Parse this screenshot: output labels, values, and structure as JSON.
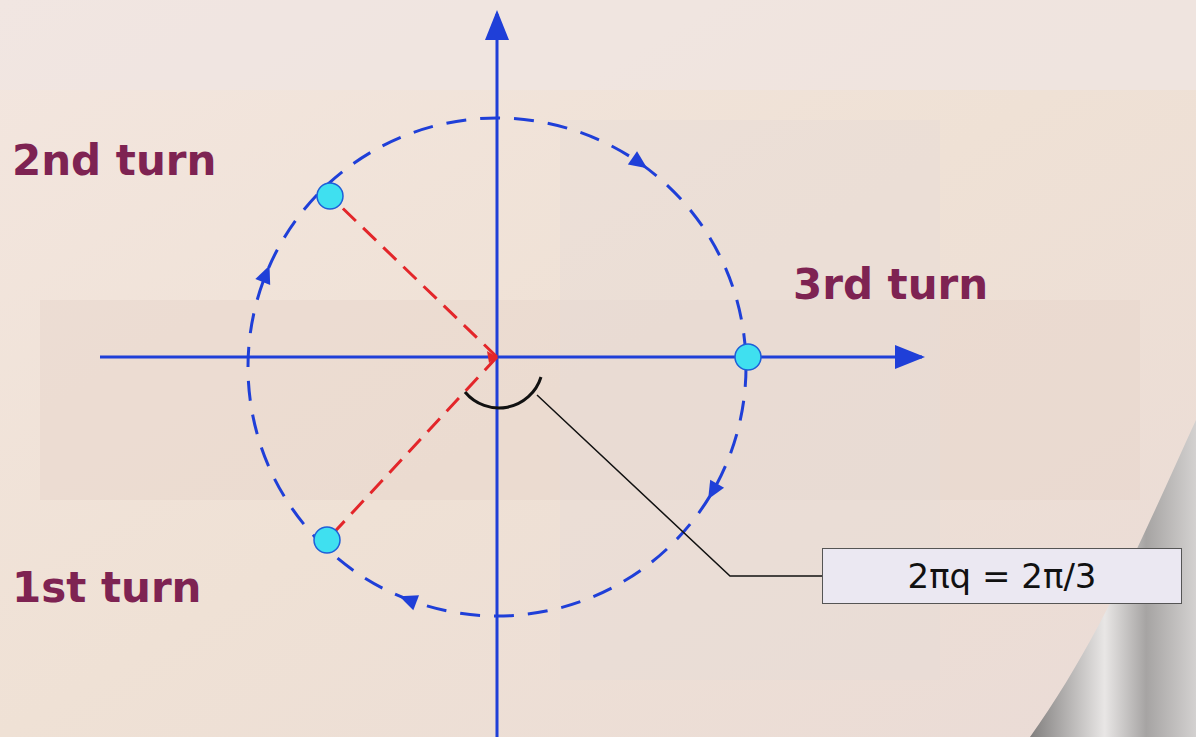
{
  "diagram": {
    "nodes": [
      {
        "text": [
          "2πq = 2π/3"
        ]
      }
    ],
    "labels": [
      "2nd turn",
      "3rd turn",
      "1st turn"
    ]
  }
}
